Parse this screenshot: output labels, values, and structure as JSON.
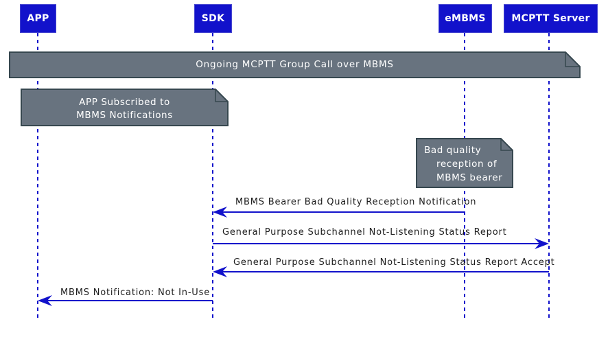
{
  "colors": {
    "background": "#ffffff",
    "participant_fill": "#1212cb",
    "participant_text": "#ffffff",
    "lifeline": "#1212cb",
    "arrow": "#1212cb",
    "note_fill": "#68737f",
    "note_border": "#36474f",
    "note_text": "#ffffff",
    "message_text": "#1c1c1c"
  },
  "diagram": {
    "participants": [
      {
        "label": "APP"
      },
      {
        "label": "SDK"
      },
      {
        "label": "eMBMS"
      },
      {
        "label": "MCPTT Server"
      }
    ],
    "banner_note": {
      "text": "Ongoing MCPTT Group Call over MBMS"
    },
    "notes": [
      {
        "lines": [
          "APP Subscribed to",
          "MBMS Notifications"
        ]
      },
      {
        "lines": [
          "Bad quality",
          "reception of",
          "MBMS bearer"
        ]
      }
    ],
    "messages": [
      {
        "label": "MBMS Bearer Bad Quality Reception Notification",
        "from": "eMBMS",
        "to": "SDK"
      },
      {
        "label": "General Purpose Subchannel Not-Listening Status Report",
        "from": "SDK",
        "to": "MCPTT Server"
      },
      {
        "label": "General Purpose Subchannel Not-Listening Status Report Accept",
        "from": "MCPTT Server",
        "to": "SDK"
      },
      {
        "label": "MBMS Notification: Not In-Use",
        "from": "SDK",
        "to": "APP"
      }
    ]
  }
}
